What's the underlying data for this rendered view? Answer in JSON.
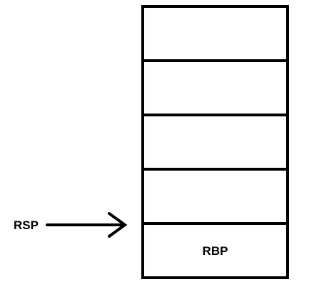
{
  "stack": {
    "cells": [
      {
        "label": ""
      },
      {
        "label": ""
      },
      {
        "label": ""
      },
      {
        "label": ""
      },
      {
        "label": "RBP"
      }
    ]
  },
  "pointer": {
    "label": "RSP",
    "points_to_boundary": 4
  },
  "colors": {
    "stroke": "#000000",
    "background": "#ffffff"
  }
}
